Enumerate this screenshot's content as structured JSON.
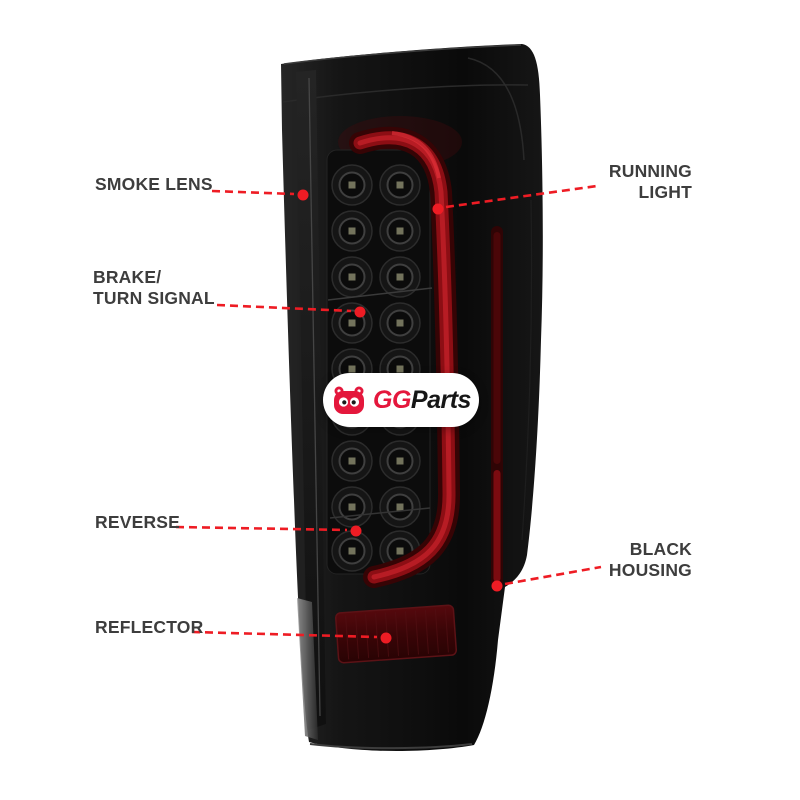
{
  "page": {
    "background": "#ffffff",
    "type": "product-callout-diagram",
    "subject": "tail light assembly"
  },
  "colors": {
    "callout_red": "#ee1c24",
    "label_text": "#3d3d3d",
    "light_bar_red": "#8c0e14",
    "reflector_red": "#3a0507",
    "housing_black": "#0d0d0d",
    "logo_red": "#e4173c"
  },
  "callouts": {
    "smoke_lens": {
      "lines": [
        "SMOKE LENS",
        ""
      ]
    },
    "running_light": {
      "lines": [
        "RUNNING",
        "LIGHT"
      ]
    },
    "brake_turn": {
      "lines": [
        "BRAKE/",
        "TURN SIGNAL"
      ]
    },
    "reverse": {
      "lines": [
        "REVERSE",
        ""
      ]
    },
    "black_housing": {
      "lines": [
        "BLACK",
        "HOUSING"
      ]
    },
    "reflector": {
      "lines": [
        "REFLECTOR",
        ""
      ]
    }
  },
  "logo": {
    "gg": "GG",
    "parts": "Parts",
    "icon": "ggparts-mascot-icon"
  }
}
